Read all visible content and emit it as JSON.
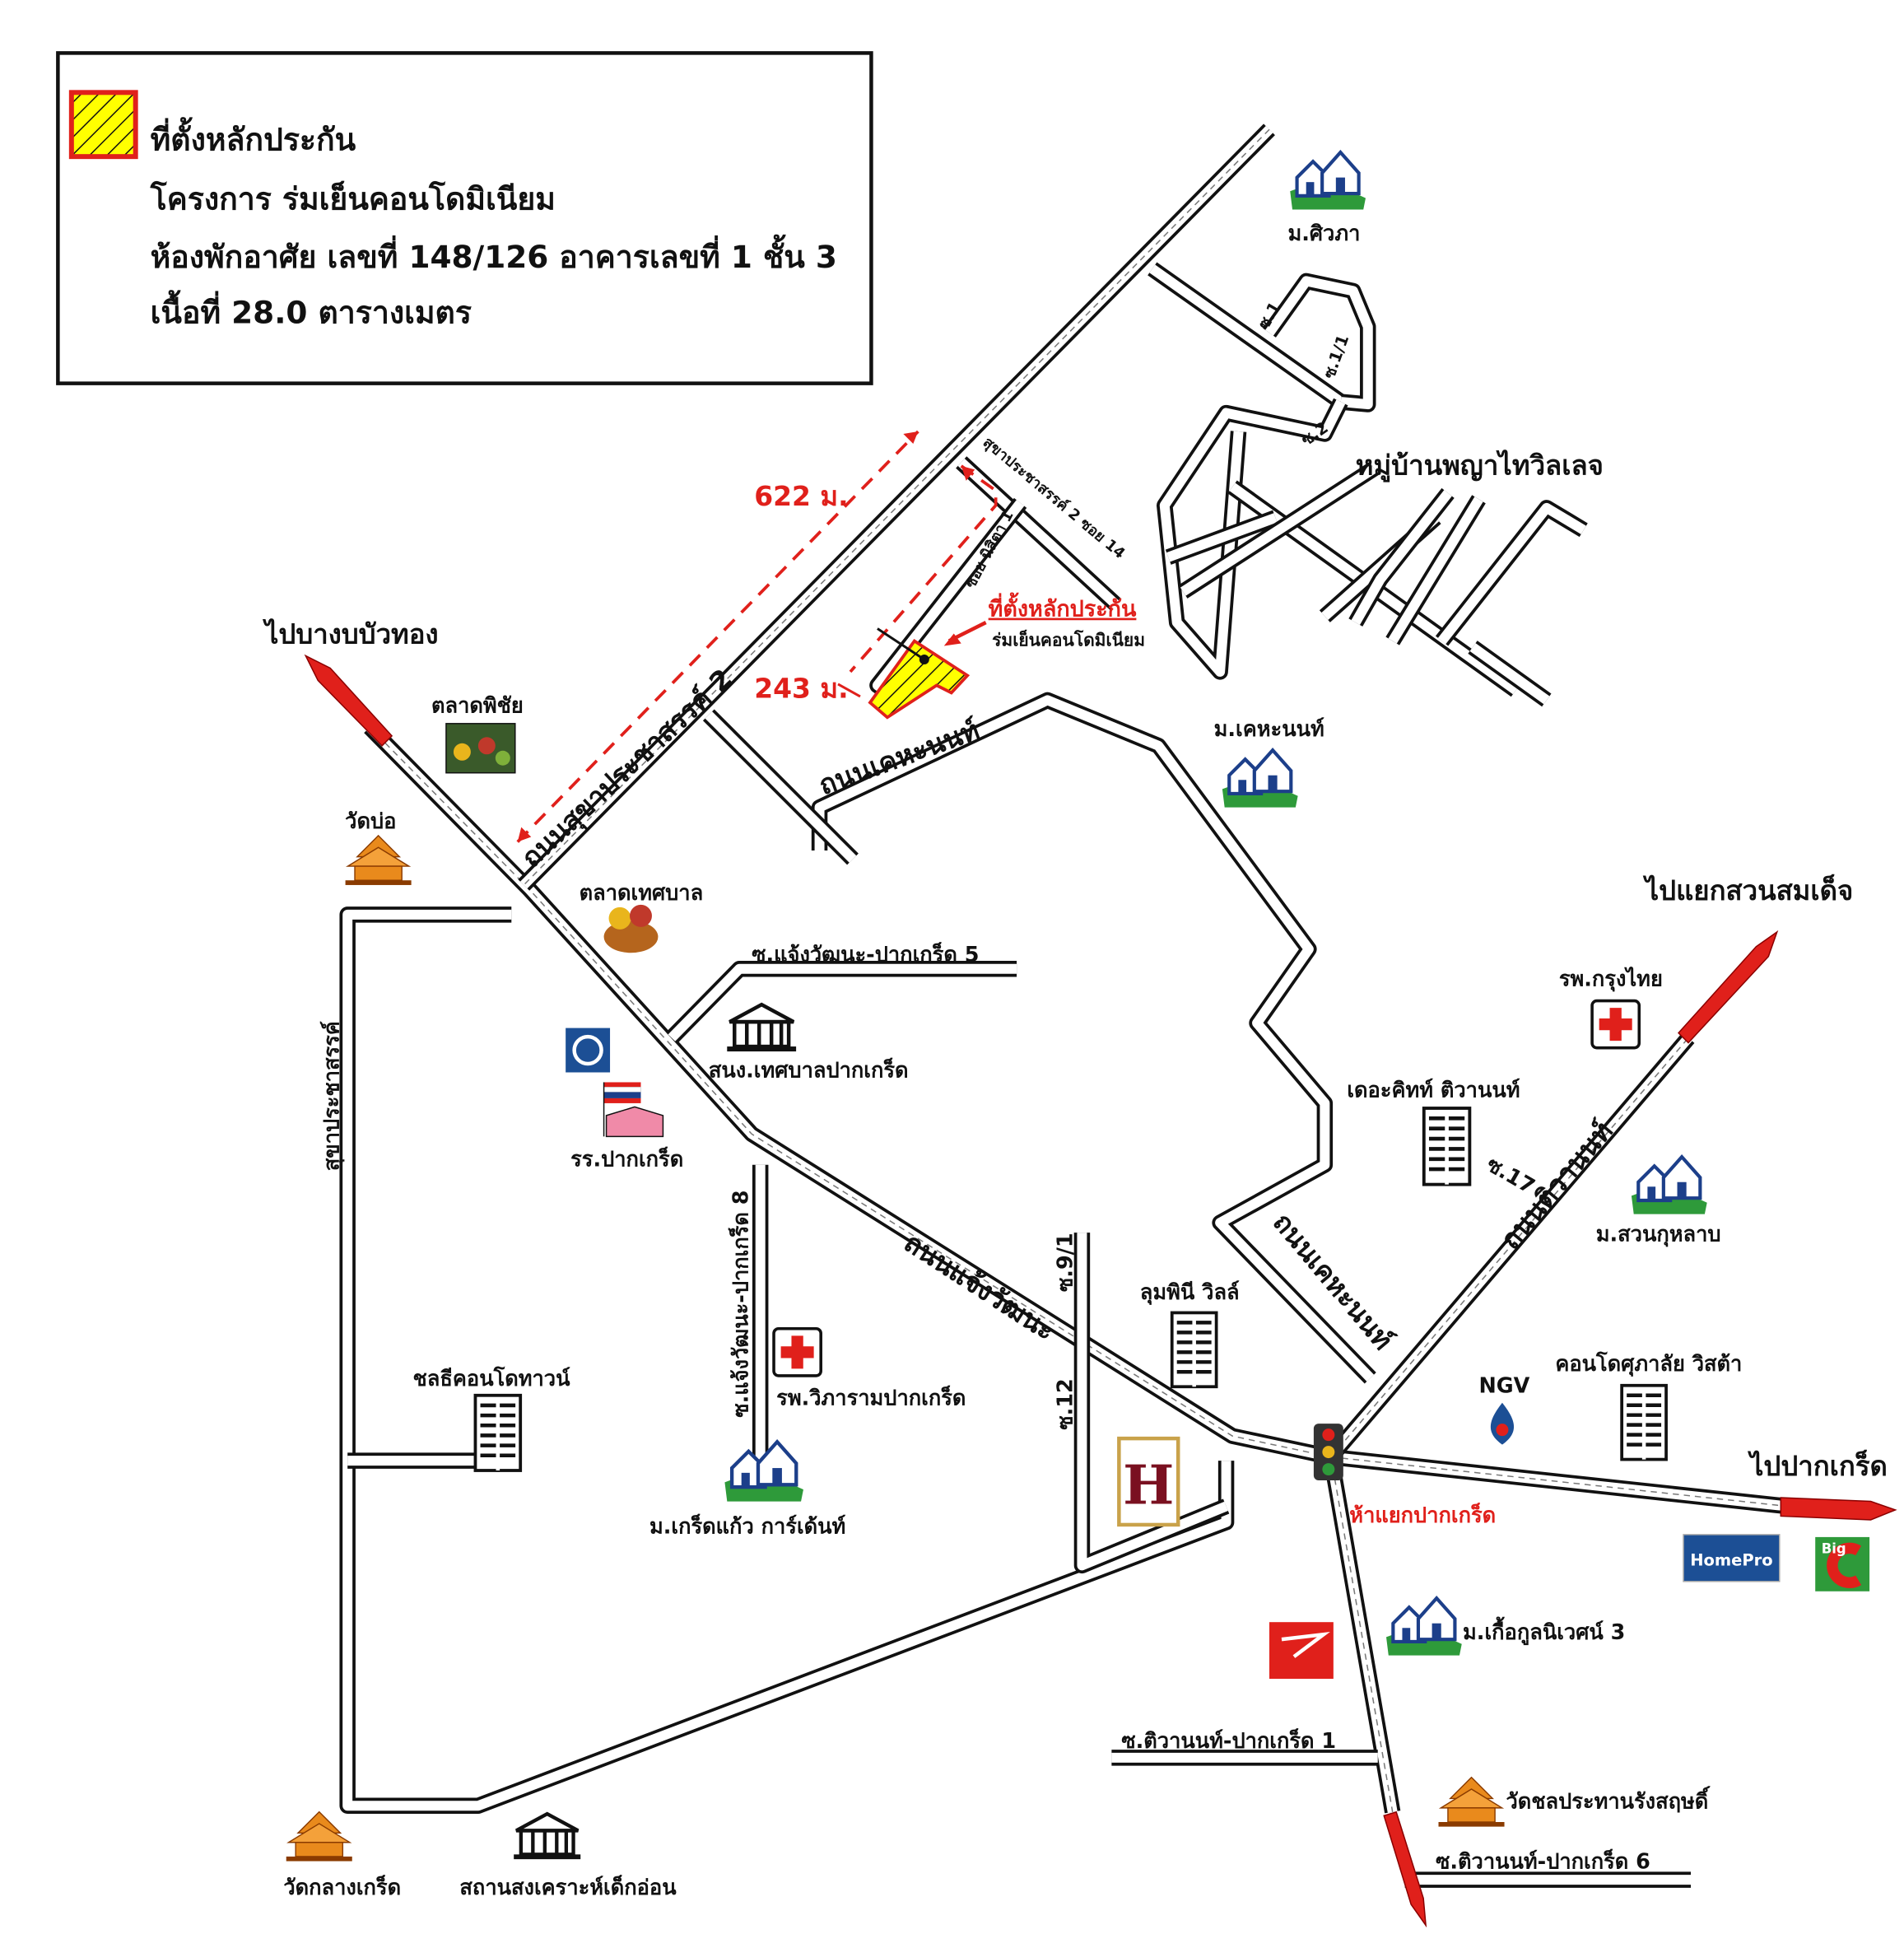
{
  "legend": {
    "title": "ที่ตั้งหลักประกัน",
    "project": "โครงการ ร่มเย็นคอนโดมิเนียม",
    "unit": "ห้องพักอาศัย เลขที่ 148/126 อาคารเลขที่ 1 ชั้น 3",
    "area": "เนื้อที่ 28.0 ตารางเมตร",
    "swatch_color": "#ffff00",
    "swatch_border": "#e0201b"
  },
  "distances": {
    "d1": "622 ม.",
    "d2": "243 ม."
  },
  "site": {
    "title": "ที่ตั้งหลักประกัน",
    "name": "ร่มเย็นคอนโดมิเนียม"
  },
  "roads": {
    "sukha2": "ถนนสุขาประชาสรรค์ 2",
    "kheha1": "ถนนเคหะนนท์",
    "chaeng": "ถนนแจ้งวัฒนะ",
    "kheha2": "ถนนเคหะนนท์",
    "tiwanon": "ถนนติวานนท์",
    "sukha": "สุขาประชาสรรค์",
    "soi8": "ซ.แจ้งวัฒนะ-ปากเกร็ด 8",
    "soi5": "ซ.แจ้งวัฒนะ-ปากเกร็ด 5",
    "soi91": "ซ.9/1",
    "soi12": "ซ.12",
    "soi17": "ซ.17",
    "soi1": "ซ.1",
    "soi11": "ซ.1/1",
    "soi2": "ซ.2",
    "soi14": "สุขาประชาสรรค์ 2 ซอย 14",
    "nisita": "ซอย นิสิตา 1",
    "tiw1": "ซ.ติวานนท์-ปากเกร็ด 1",
    "tiw6": "ซ.ติวานนท์-ปากเกร็ด 6"
  },
  "places": {
    "bangbuathong": "ไปบางบบัวทอง",
    "talat_phichai": "ตลาดพิชัย",
    "wat_bo": "วัดบ่อ",
    "talat_tessaban": "ตลาดเทศบาล",
    "office": "สนง.เทศบาลปากเกร็ด",
    "school": "รร.ปากเกร็ด",
    "chonthi": "ชลธีคอนโดทาวน์",
    "wiphaharam": "รพ.วิภารามปากเกร็ด",
    "kretkaew": "ม.เกร็ดแก้ว การ์เด้นท์",
    "lumpini": "ลุมพินี วิลล์",
    "m_kheha": "ม.เคหะนนท์",
    "phayathai": "หมู่บ้านพญาไทวิลเลจ",
    "siwapha": "ม.ศิวภา",
    "suan_somdet": "ไปแยกสวนสมเด็จ",
    "krungthai": "รพ.กรุงไทย",
    "kitt": "เดอะคิทท์ ติวานนท์",
    "suan_kulap": "ม.สวนกุหลาบ",
    "ngv": "NGV",
    "supalai": "คอนโดศุภาลัย วิสต้า",
    "pakkret": "ไปปากเกร็ด",
    "ha_yaek": "ห้าแยกปากเกร็ด",
    "kuakun": "ม.เกื้อกูลนิเวศน์ 3",
    "wat_chon": "วัดชลประทานรังสฤษดิ์",
    "wat_klang": "วัดกลางเกร็ด",
    "orphanage": "สถานสงเคราะห์เด็กอ่อน"
  },
  "logos": {
    "homepro": "HomePro",
    "bigc": "Big",
    "hollywood": "H"
  },
  "colors": {
    "accent_red": "#e0201b",
    "house_green": "#2e9a3a",
    "temple_orange": "#e98a1c",
    "homepro_blue": "#1c4f95"
  }
}
